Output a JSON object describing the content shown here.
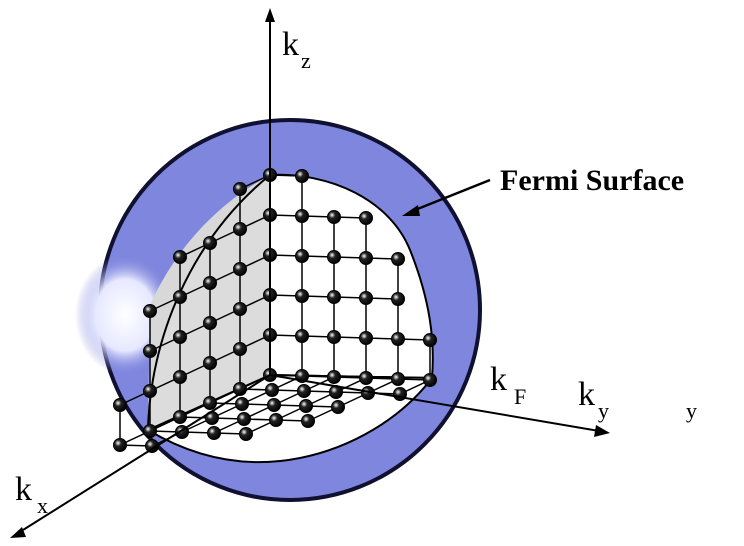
{
  "labels": {
    "fermi_surface": "Fermi Surface",
    "kz_k": "k",
    "kz_sub": "z",
    "ky_k": "k",
    "ky_sub": "y",
    "kx_k": "k",
    "kx_sub": "x",
    "kf_k": "k",
    "kf_sub": "F",
    "y_label": "y"
  },
  "colors": {
    "sphere_fill": "#7f86dd",
    "sphere_edge": "#101030",
    "highlight": "#eef0ff",
    "cut_face_left": "#d9d9d9",
    "cut_face_back": "#ffffff",
    "grid_line": "#000000",
    "dot": "#000000"
  },
  "icons": [
    "sphere-shape",
    "arrow-icon",
    "lattice-dot-icon"
  ]
}
